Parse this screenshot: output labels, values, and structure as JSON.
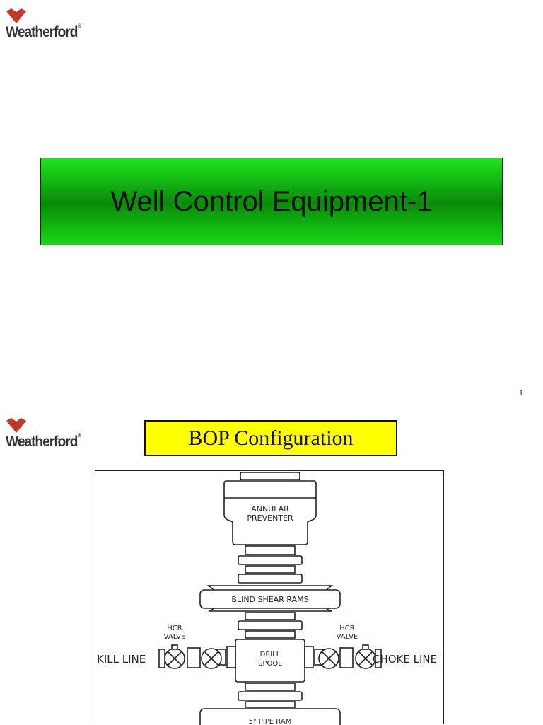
{
  "brand": {
    "name": "Weatherford",
    "registered": "®",
    "color": "#c0392b"
  },
  "slide1": {
    "title": "Well Control Equipment-1",
    "page_number": "1",
    "title_box_color": "#00b400"
  },
  "slide2": {
    "title": "BOP Configuration",
    "title_box_color": "#ffff00",
    "diagram": {
      "annular_label_line1": "ANNULAR",
      "annular_label_line2": "PREVENTER",
      "blind_shear_label": "BLIND SHEAR RAMS",
      "hcr_left_line1": "HCR",
      "hcr_left_line2": "VALVE",
      "hcr_right_line1": "HCR",
      "hcr_right_line2": "VALVE",
      "kill_line_label": "KILL LINE",
      "choke_line_label": "CHOKE LINE",
      "drill_spool_line1": "DRILL",
      "drill_spool_line2": "SPOOL",
      "pipe_ram_label": "5\" PIPE RAM"
    }
  }
}
